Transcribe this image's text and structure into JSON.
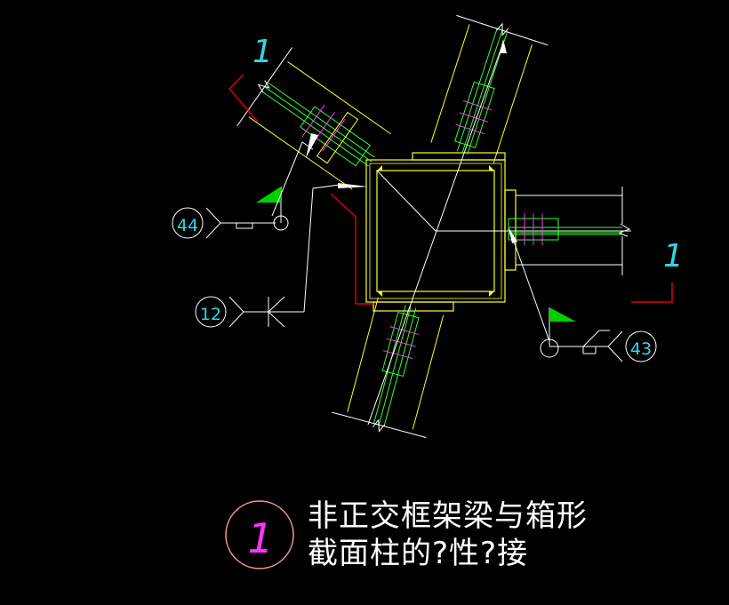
{
  "drawing": {
    "detail_marks": [
      {
        "id": "top-left",
        "text": "1",
        "color": "#27d7e8"
      },
      {
        "id": "right",
        "text": "1",
        "color": "#27d7e8"
      }
    ],
    "weld_callouts": [
      {
        "id": "w44",
        "text": "44"
      },
      {
        "id": "w12",
        "text": "12"
      },
      {
        "id": "w43",
        "text": "43"
      }
    ]
  },
  "title_block": {
    "symbol_number": "1",
    "line1": "非正交框架梁与箱形",
    "line2": "截面柱的?性?接"
  },
  "colors": {
    "background": "#000000",
    "yellow": "#ffff33",
    "green": "#33ff33",
    "magenta": "#ff33ff",
    "red": "#e00000",
    "cyan": "#2fd7e6",
    "white": "#ffffff",
    "flag_green": "#00d000",
    "title_circle": "#f29a86"
  }
}
